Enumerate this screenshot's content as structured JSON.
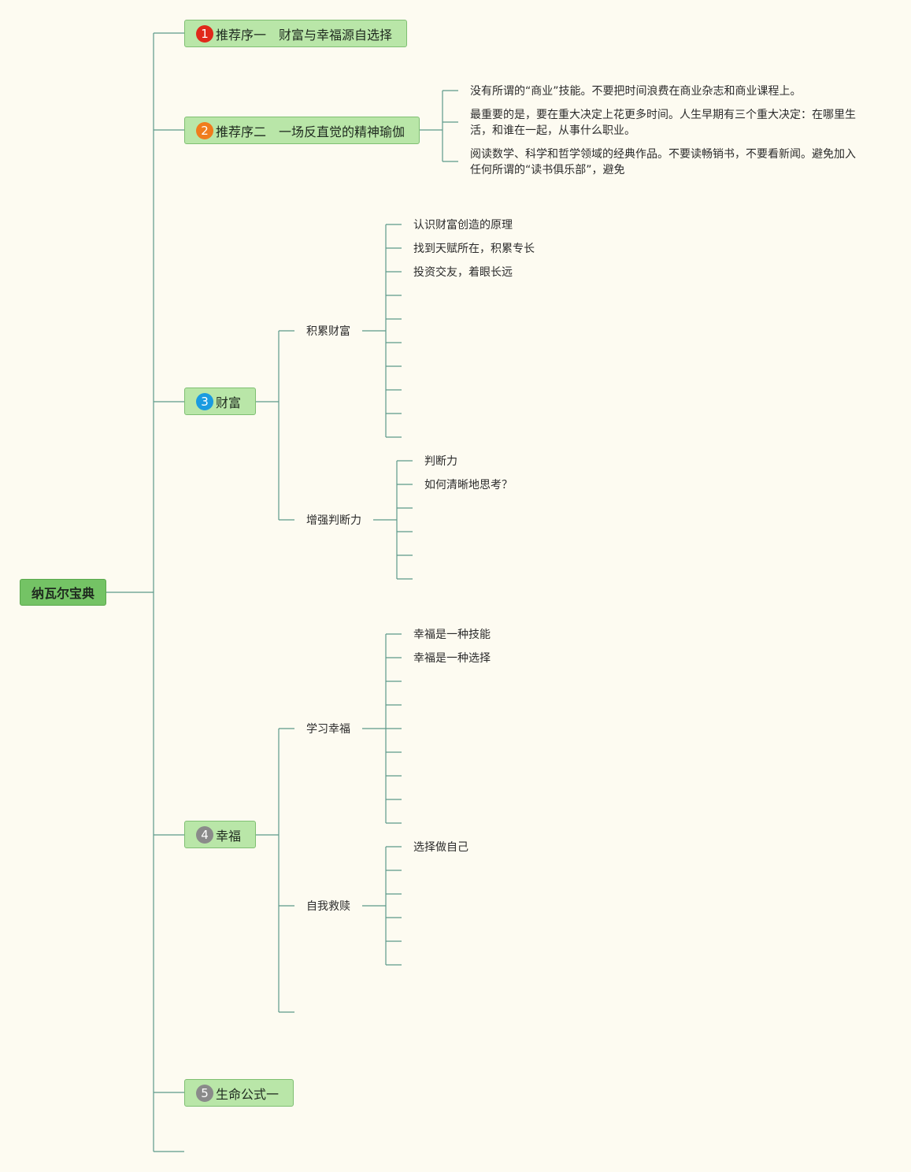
{
  "root": {
    "label": "纳瓦尔宝典"
  },
  "branches": [
    {
      "label": "推荐序一　财富与幸福源自选择",
      "num": "1",
      "color": "#e0281a"
    },
    {
      "label": "推荐序二　一场反直觉的精神瑜伽",
      "num": "2",
      "color": "#f07c1d"
    },
    {
      "label": "财富",
      "num": "3",
      "color": "#1a9be0"
    },
    {
      "label": "幸福",
      "num": "4",
      "color": "#8a8a8a"
    },
    {
      "label": "生命公式一",
      "num": "5",
      "color": "#8a8a8a"
    }
  ],
  "preface2_notes": [
    "没有所谓的“商业”技能。不要把时间浪费在商业杂志和商业课程上。",
    "最重要的是，要在重大决定上花更多时间。人生早期有三个重大决定：在哪里生活，和谁在一起，从事什么职业。",
    "阅读数学、科学和哲学领域的经典作品。不要读畅销书，不要看新闻。避免加入任何所谓的“读书俱乐部”，避免"
  ],
  "wealth": {
    "accumulate": {
      "label": "积累财富",
      "items": [
        "认识财富创造的原理",
        "找到天赋所在，积累专长",
        "投资交友，着眼长远"
      ]
    },
    "judgment": {
      "label": "增强判断力",
      "items": [
        "判断力",
        "如何清晰地思考？"
      ]
    }
  },
  "happiness": {
    "learn": {
      "label": "学习幸福",
      "items": [
        "幸福是一种技能",
        "幸福是一种选择"
      ]
    },
    "redeem": {
      "label": "自我救赎",
      "items": [
        "选择做自己"
      ]
    }
  },
  "colors": {
    "line": "#5c9a8a",
    "node": "#b9e6a8",
    "root": "#74c365"
  }
}
